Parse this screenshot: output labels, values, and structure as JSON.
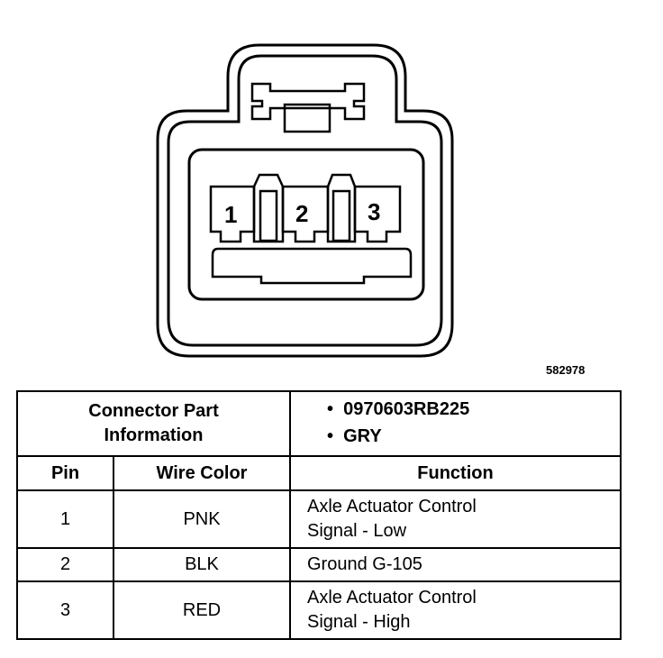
{
  "figure_id": "582978",
  "connector": {
    "pins": [
      "1",
      "2",
      "3"
    ]
  },
  "table": {
    "part_info_label": [
      "Connector Part",
      "Information"
    ],
    "part_info_items": [
      "0970603RB225",
      "GRY"
    ],
    "headers": {
      "pin": "Pin",
      "wire_color": "Wire Color",
      "function": "Function"
    },
    "rows": [
      {
        "pin": "1",
        "wire_color": "PNK",
        "function": [
          "Axle Actuator Control",
          "Signal - Low"
        ]
      },
      {
        "pin": "2",
        "wire_color": "BLK",
        "function": [
          "Ground G-105"
        ]
      },
      {
        "pin": "3",
        "wire_color": "RED",
        "function": [
          "Axle Actuator Control",
          "Signal - High"
        ]
      }
    ]
  }
}
